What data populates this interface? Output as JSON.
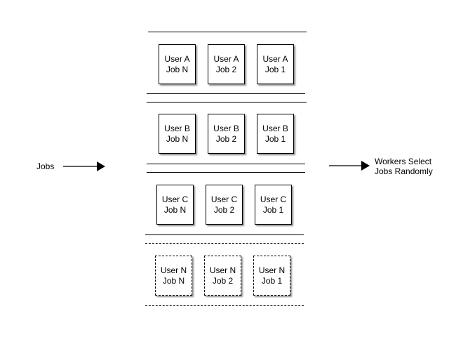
{
  "left_label": "Jobs",
  "right_label": {
    "line1": "Workers Select",
    "line2": "Jobs Randomly"
  },
  "queues": [
    {
      "user": "A",
      "style": "solid",
      "jobs": [
        {
          "line1": "User A",
          "line2": "Job N"
        },
        {
          "line1": "User A",
          "line2": "Job 2"
        },
        {
          "line1": "User A",
          "line2": "Job 1"
        }
      ]
    },
    {
      "user": "B",
      "style": "solid",
      "jobs": [
        {
          "line1": "User B",
          "line2": "Job N"
        },
        {
          "line1": "User B",
          "line2": "Job 2"
        },
        {
          "line1": "User B",
          "line2": "Job 1"
        }
      ]
    },
    {
      "user": "C",
      "style": "solid",
      "jobs": [
        {
          "line1": "User C",
          "line2": "Job N"
        },
        {
          "line1": "User C",
          "line2": "Job 2"
        },
        {
          "line1": "User C",
          "line2": "Job 1"
        }
      ]
    },
    {
      "user": "N",
      "style": "dashed",
      "jobs": [
        {
          "line1": "User N",
          "line2": "Job N"
        },
        {
          "line1": "User N",
          "line2": "Job 2"
        },
        {
          "line1": "User N",
          "line2": "Job 1"
        }
      ]
    }
  ]
}
